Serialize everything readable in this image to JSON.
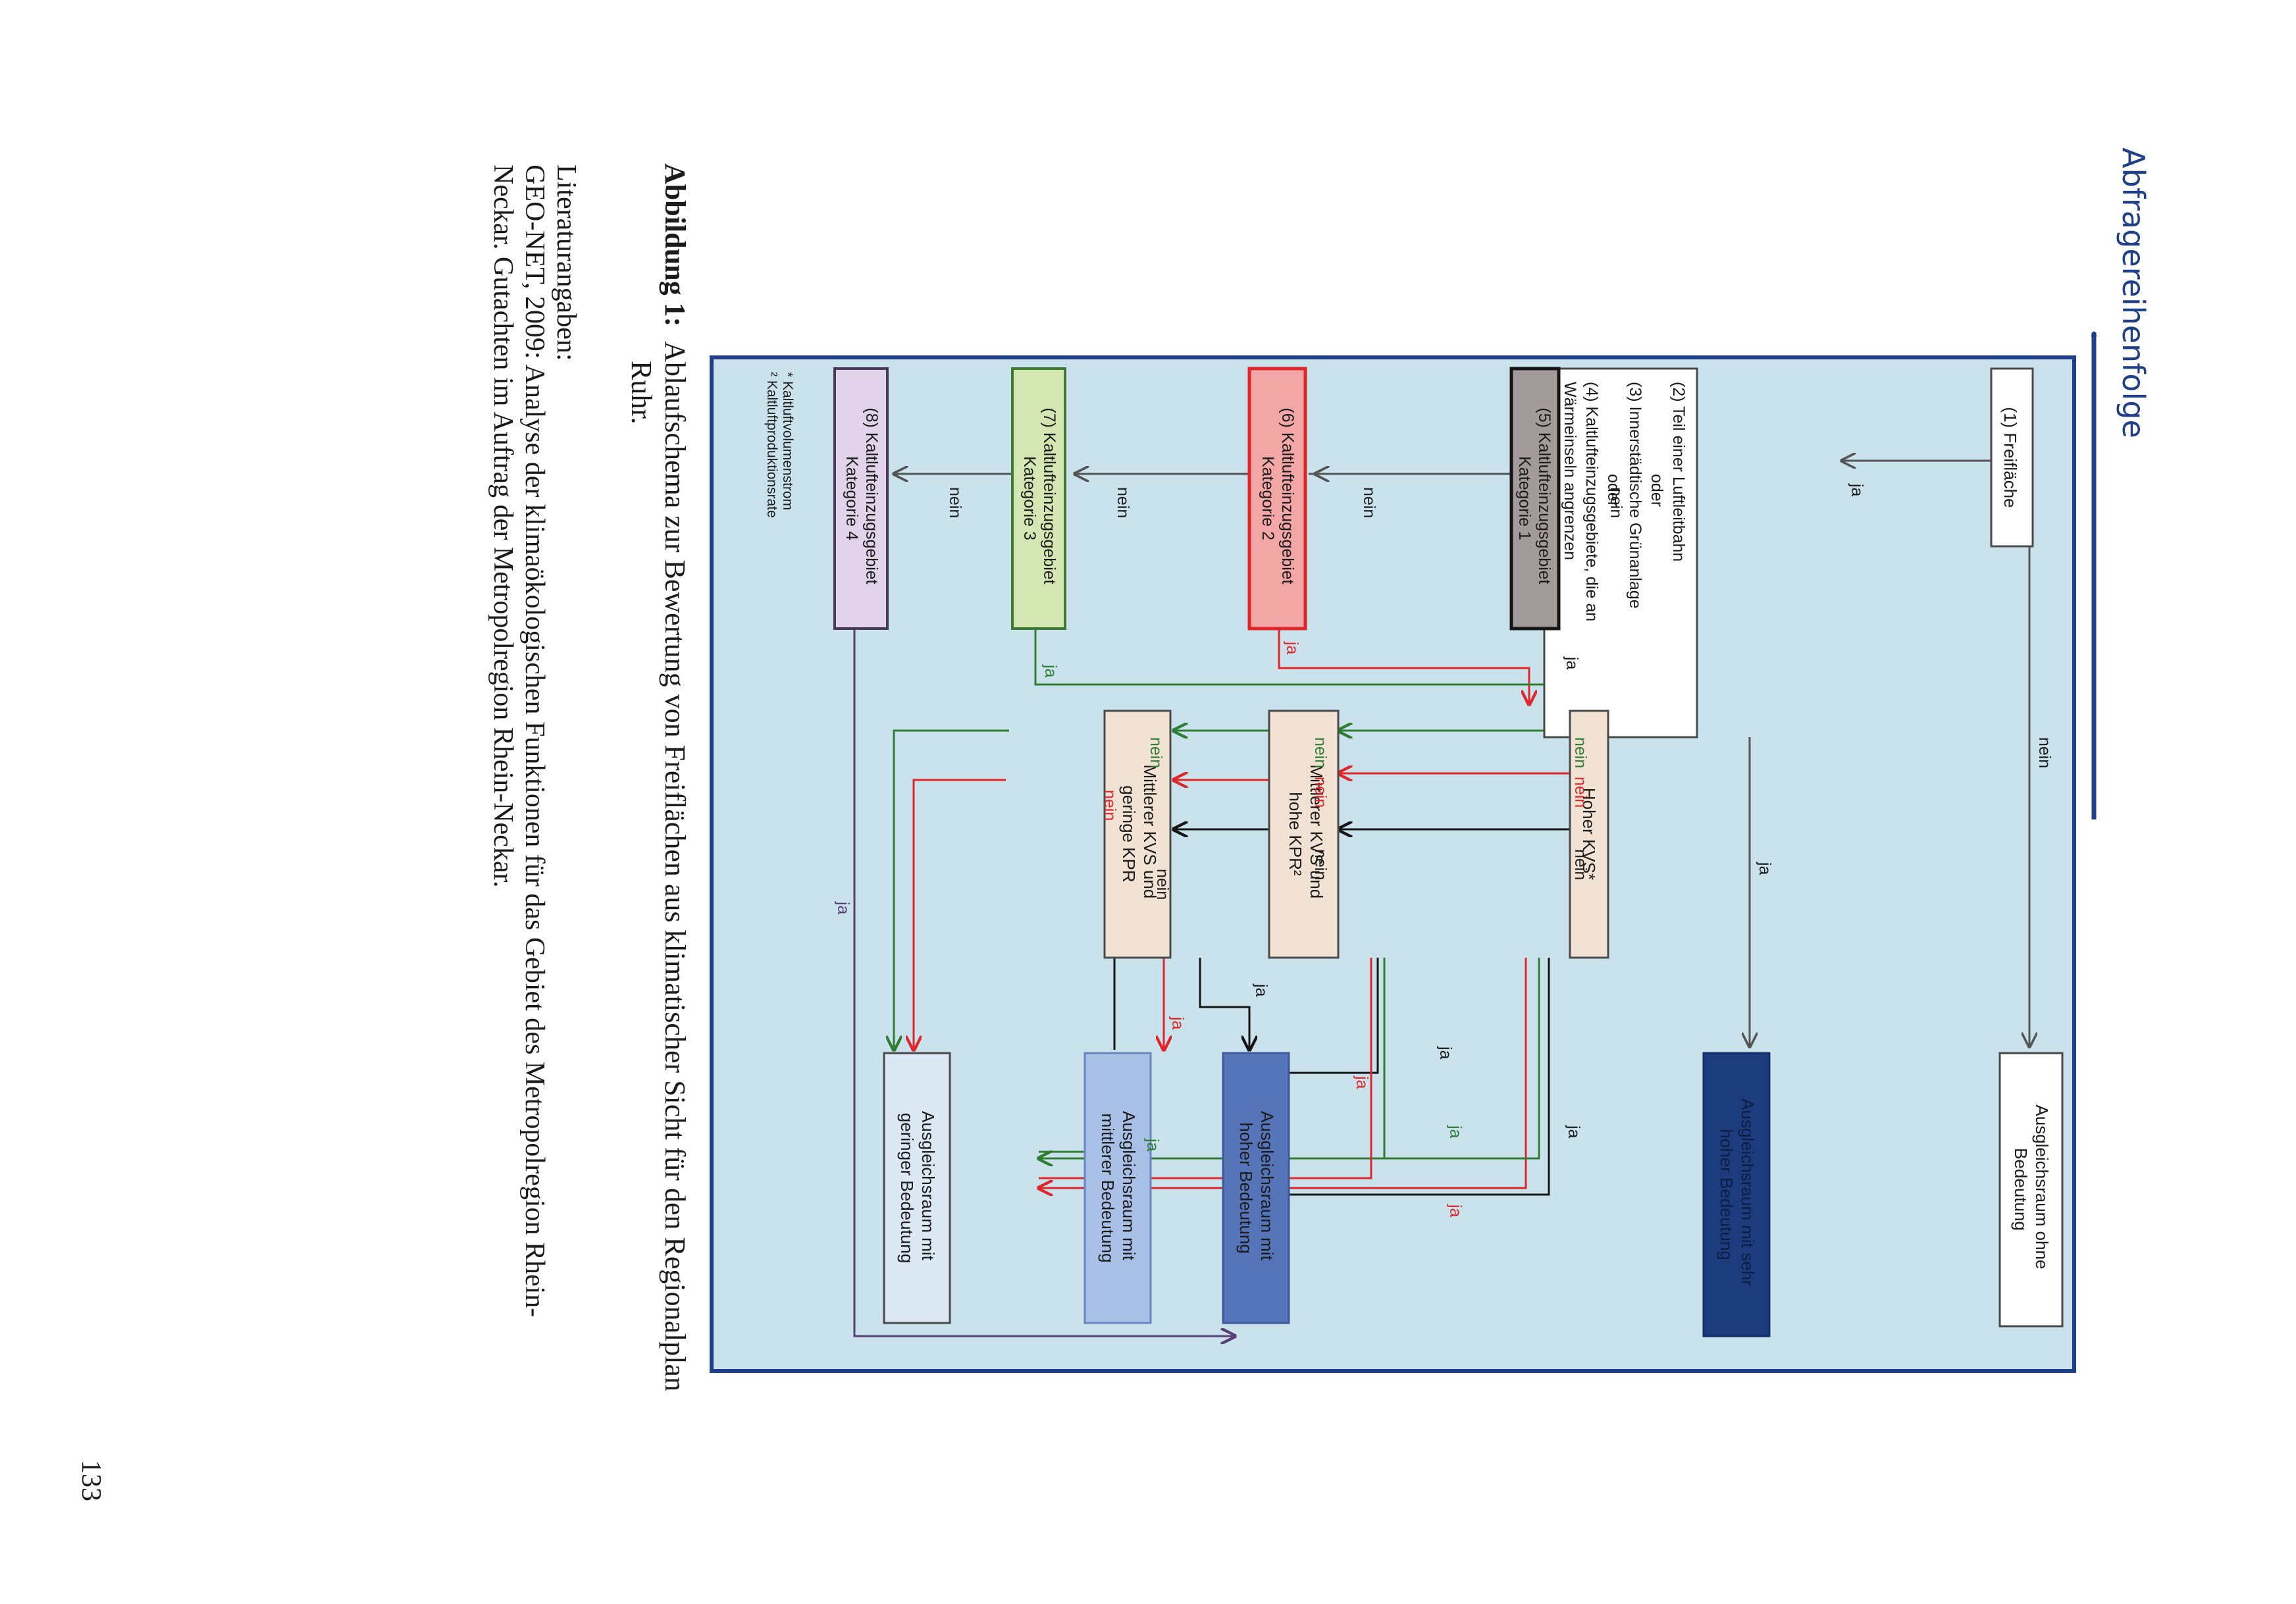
{
  "page": {
    "page_number": "133",
    "figure_caption": {
      "label": "Abbildung 1:",
      "text_line1": "Ablaufschema zur Bewertung von Freiflächen aus klimatischer Sicht für den Regionalplan",
      "text_line2": "Ruhr."
    },
    "literature": {
      "heading": "Literaturangaben:",
      "line1": "GEO-NET, 2009: Analyse der klimaökologischen Funktionen für das Gebiet des Metropolregion Rhein-",
      "line2": "Neckar. Gutachten im Auftrag der Metropolregion Rhein-Neckar."
    }
  },
  "diagram": {
    "sequence_label": "Abfragereihenfolge",
    "boxes": {
      "freiflaeche": "(1) Freifläche",
      "criteria_2_4": [
        "(2) Teil einer Luftleitbahn",
        "oder",
        "(3) Innerstädtische Grünanlage",
        "oder",
        "(4) Kaltlufteinzugsgebiete, die an",
        "Wärmeinseln angrenzen"
      ],
      "kat1": [
        "(5) Kaltlufteinzugsgebiet",
        "Kategorie 1"
      ],
      "kat2": [
        "(6) Kaltlufteinzugsgebiet",
        "Kategorie 2"
      ],
      "kat3": [
        "(7) Kaltlufteinzugsgebiet",
        "Kategorie  3"
      ],
      "kat4": [
        "(8) Kaltlufteinzugsgebiet",
        "Kategorie  4"
      ],
      "hoher_kvs": "Hoher KVS*",
      "mittlerer_hohe": [
        "Mittlerer KVS und",
        "hohe KPR²"
      ],
      "mittlerer_geringe": [
        "Mittlerer KVS und",
        "geringe KPR"
      ],
      "result_ohne": [
        "Ausgleichsraum ohne",
        "Bedeutung"
      ],
      "result_sehr_hoch": [
        "Ausgleichsraum mit sehr",
        "hoher Bedeutung"
      ],
      "result_hoch": [
        "Ausgleichsraum mit",
        "hoher Bedeutung"
      ],
      "result_mittel": [
        "Ausgleichsraum mit",
        "mittlerer Bedeutung"
      ],
      "result_gering": [
        "Ausgleichsraum mit",
        "geringer Bedeutung"
      ]
    },
    "footnotes": [
      "* Kaltluftvolumenstrom",
      "² Kaltluftproduktionsrate"
    ],
    "labels": {
      "yes": "ja",
      "no": "nein"
    }
  },
  "colors": {
    "background": "#c9e2ec",
    "frame": "#1f3f86",
    "arrow_sequence": "#1f3f86",
    "kat1_fill": "#a39a9c",
    "kat2_fill": "#f2a6a6",
    "kat2_border": "#e0262a",
    "kat3_fill": "#d4e6b2",
    "kat3_border": "#3f7a35",
    "kat4_fill": "#e1d4ea",
    "criteria_fill": "#f1e2d4",
    "sehr_hoch_fill": "#1c3c7e",
    "hoch_fill": "#5675b9",
    "mittel_fill": "#a9c0e6",
    "gering_fill": "#dde8f5",
    "line_green": "#2e7d32",
    "line_red": "#e0262a",
    "line_black": "#151515",
    "line_purple": "#5a3f75"
  }
}
